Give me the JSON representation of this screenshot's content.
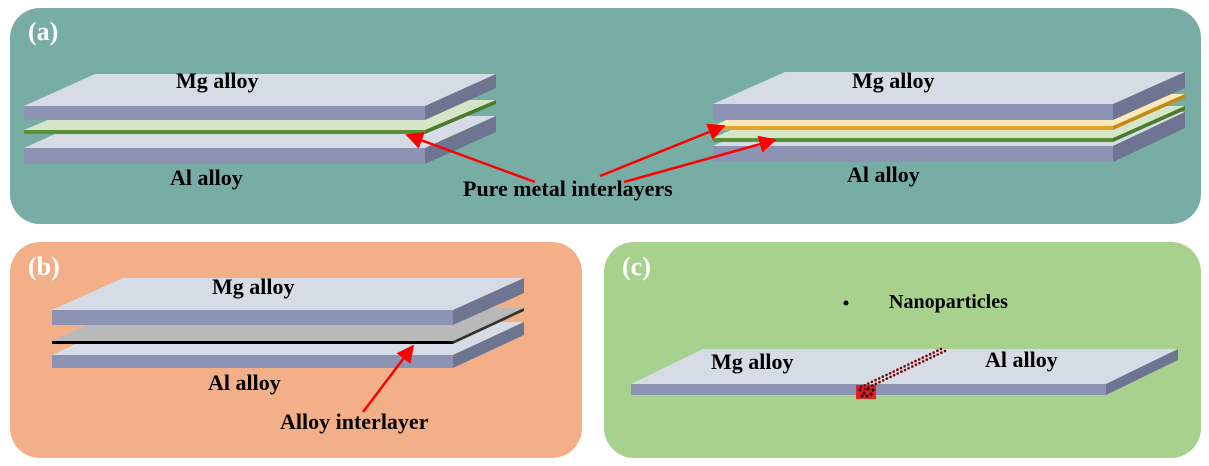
{
  "panels": {
    "a": {
      "label": "(a)",
      "color": "#78ada6",
      "left_stack": {
        "top_label": "Mg alloy",
        "bottom_label": "Al alloy"
      },
      "right_stack": {
        "top_label": "Mg alloy",
        "bottom_label": "Al alloy"
      },
      "callout": "Pure metal interlayers"
    },
    "b": {
      "label": "(b)",
      "color": "#f3b088",
      "top_label": "Mg alloy",
      "bottom_label": "Al alloy",
      "callout": "Alloy interlayer"
    },
    "c": {
      "label": "(c)",
      "color": "#a9d18e",
      "legend_label": "Nanoparticles",
      "left_label": "Mg alloy",
      "right_label": "Al alloy"
    }
  },
  "colors": {
    "plate_top": "#d6dce5",
    "plate_front": "#8c93b3",
    "plate_side": "#6d7590",
    "green_layer_top": "#d5e6c8",
    "green_layer_edge": "#5b9134",
    "yellow_layer_top": "#fce8b8",
    "yellow_layer_edge": "#e0a62a",
    "gray_layer_top": "#b9b9b9",
    "black_line": "#000000",
    "arrow": "#ff0000",
    "particle": "#7a0000",
    "weld_zone": "#e02020"
  }
}
